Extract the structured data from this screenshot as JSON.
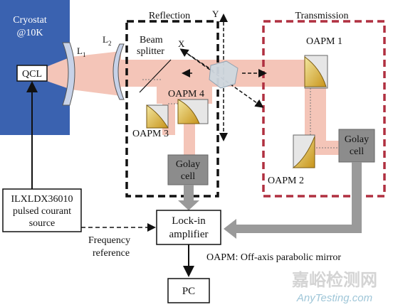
{
  "diagram": {
    "cryostat_label_1": "Cryostat",
    "cryostat_label_2": "@10K",
    "qcl": "QCL",
    "lens1": "L",
    "lens1_sub": "1",
    "lens2": "L",
    "lens2_sub": "2",
    "reflection": "Reflection",
    "transmission": "Transmission",
    "beam_splitter_1": "Beam",
    "beam_splitter_2": "splitter",
    "axis_x": "X",
    "axis_y": "Y",
    "oapm1": "OAPM 1",
    "oapm2": "OAPM 2",
    "oapm3": "OAPM 3",
    "oapm4": "OAPM 4",
    "golay_left_1": "Golay",
    "golay_left_2": "cell",
    "golay_right_1": "Golay",
    "golay_right_2": "cell",
    "source_1": "ILXLDX36010",
    "source_2": "pulsed courant",
    "source_3": "source",
    "lockin_1": "Lock-in",
    "lockin_2": "amplifier",
    "freq_ref_1": "Frequency",
    "freq_ref_2": "reference",
    "pc": "PC",
    "oapm_legend": "OAPM: Off-axis parabolic mirror",
    "watermark_cn": "嘉峪检测网",
    "watermark_en": "AnyTesting.com"
  },
  "colors": {
    "cryostat": "#3a62b0",
    "beam": "#f4c5b8",
    "reflection_box": "#111111",
    "transmission_box": "#b03040",
    "golay_cell": "#8c8c8c",
    "signal_arrow": "#9a9a9a",
    "mirror_fill": "#d9a61e"
  }
}
